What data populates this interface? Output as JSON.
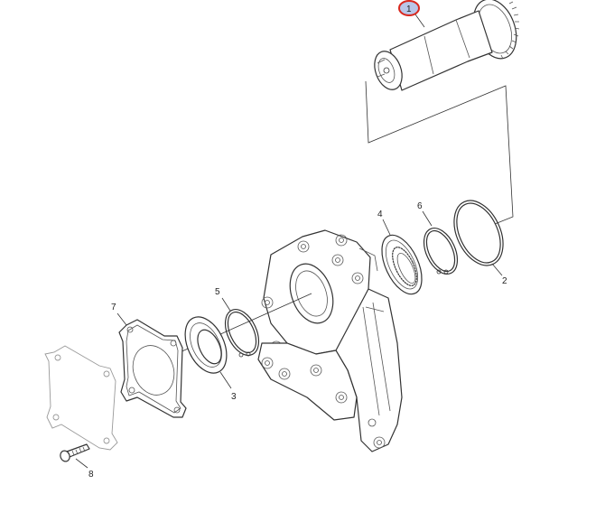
{
  "callouts": [
    {
      "id": "1",
      "label": "1",
      "highlighted": true
    },
    {
      "id": "2",
      "label": "2"
    },
    {
      "id": "3",
      "label": "3"
    },
    {
      "id": "4",
      "label": "4"
    },
    {
      "id": "5",
      "label": "5"
    },
    {
      "id": "6",
      "label": "6"
    },
    {
      "id": "7",
      "label": "7"
    },
    {
      "id": "8",
      "label": "8"
    }
  ],
  "colors": {
    "highlight_stroke": "#d9281e",
    "highlight_fill": "#b9c6e8",
    "line": "#333333"
  }
}
